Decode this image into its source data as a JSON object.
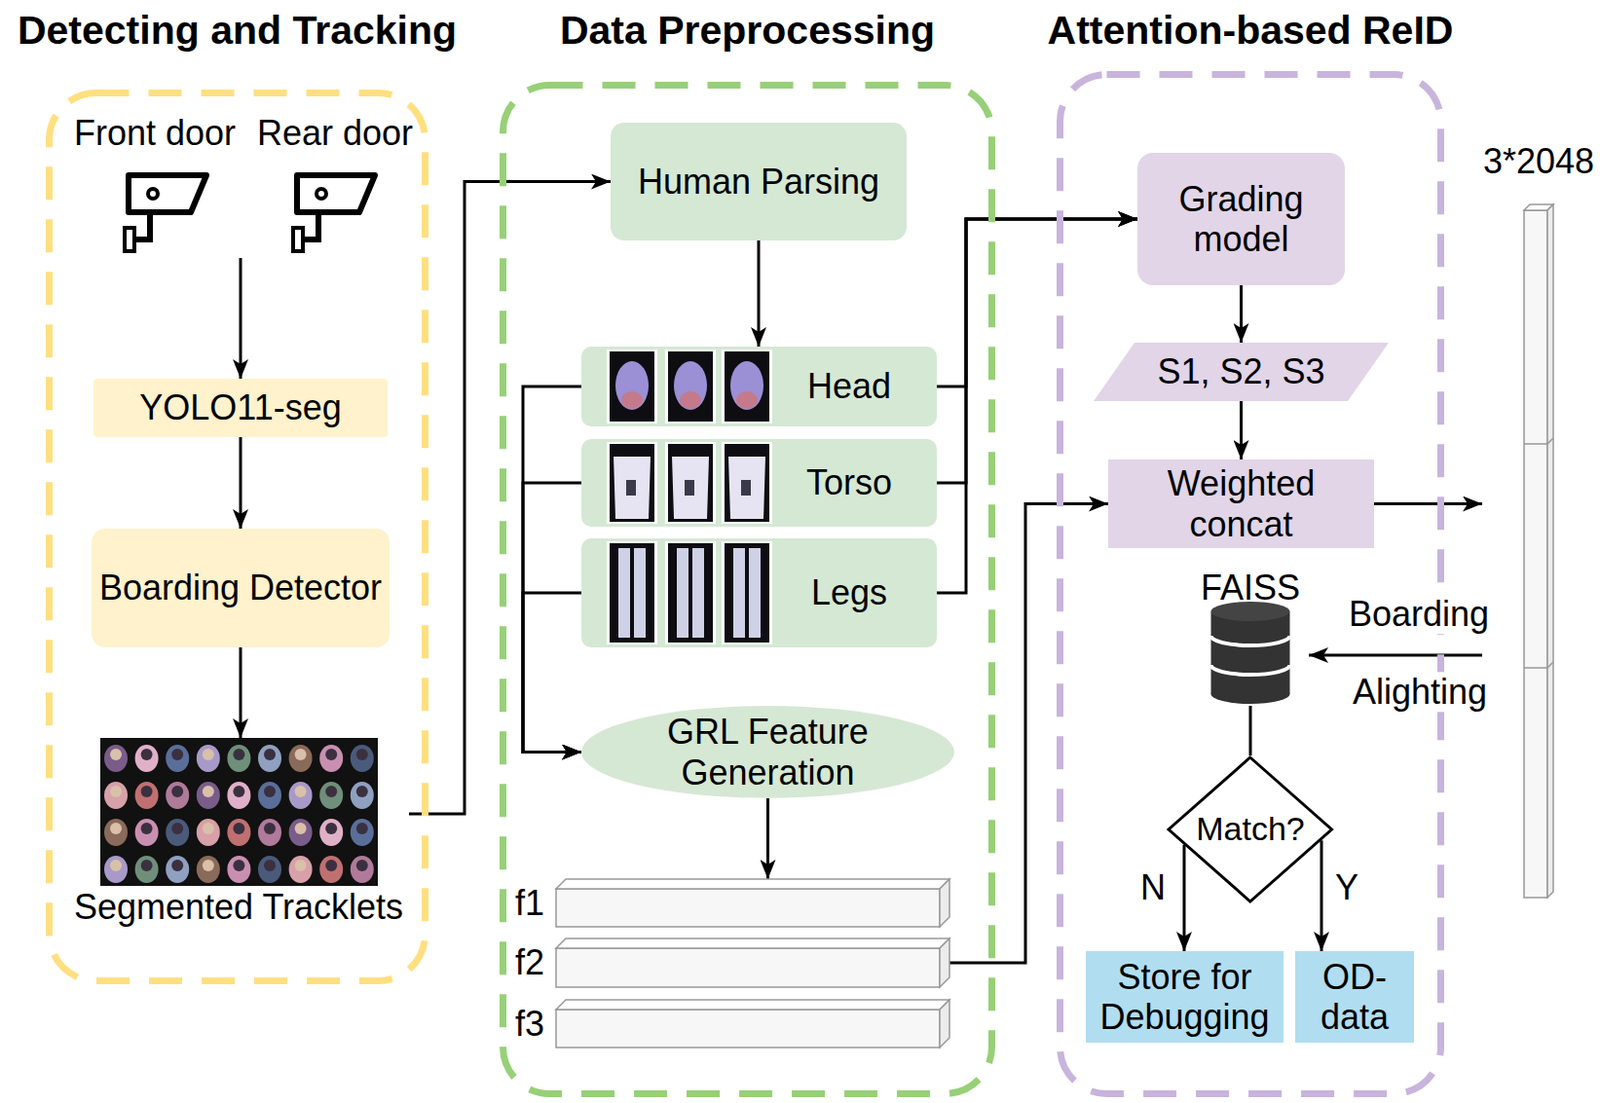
{
  "diagram": {
    "nodes": [
      {
        "text": [
          "Detecting and Tracking"
        ]
      },
      {
        "text": [
          "Front door",
          "Rear door"
        ],
        "in": 0
      },
      {
        "text": [
          "YOLO11-seg"
        ],
        "in": 0
      },
      {
        "text": [
          "Boarding Detector"
        ],
        "in": 0
      },
      {
        "text": [
          "Segmented Tracklets"
        ],
        "in": 0
      },
      {
        "text": [
          "Data Preprocessing"
        ]
      },
      {
        "text": [
          "Human Parsing"
        ],
        "in": 5
      },
      {
        "text": [
          "Head"
        ],
        "in": 5
      },
      {
        "text": [
          "Torso"
        ],
        "in": 5
      },
      {
        "text": [
          "Legs"
        ],
        "in": 5
      },
      {
        "text": [
          "GRL Feature Generation"
        ],
        "in": 5
      },
      {
        "text": [
          "f1"
        ],
        "in": 5
      },
      {
        "text": [
          "f2"
        ],
        "in": 5
      },
      {
        "text": [
          "f3"
        ],
        "in": 5
      },
      {
        "text": [
          "Attention-based ReID"
        ]
      },
      {
        "text": [
          "Grading model"
        ],
        "in": 14
      },
      {
        "text": [
          "S1, S2, S3"
        ],
        "in": 14
      },
      {
        "text": [
          "Weighted concat"
        ],
        "in": 14
      },
      {
        "text": [
          "FAISS"
        ],
        "in": 14
      },
      {
        "text": [
          "Match?"
        ],
        "in": 14
      },
      {
        "text": [
          "Store for Debugging"
        ],
        "in": 14
      },
      {
        "text": [
          "OD-data"
        ],
        "in": 14
      },
      {
        "text": [
          "3*2048"
        ]
      }
    ],
    "edges": [
      {
        "from": 1,
        "to": 2,
        "arrow": "to"
      },
      {
        "from": 2,
        "to": 3,
        "arrow": "to"
      },
      {
        "from": 3,
        "to": 4,
        "arrow": "to"
      },
      {
        "from": 4,
        "to": 6,
        "arrow": "to"
      },
      {
        "from": 6,
        "to": 7,
        "arrow": "to"
      },
      {
        "from": 7,
        "to": 10,
        "arrow": "to"
      },
      {
        "from": 8,
        "to": 10,
        "arrow": "to"
      },
      {
        "from": 9,
        "to": 10,
        "arrow": "to"
      },
      {
        "from": 7,
        "to": 15,
        "arrow": "to"
      },
      {
        "from": 8,
        "to": 15,
        "arrow": "to"
      },
      {
        "from": 9,
        "to": 15,
        "arrow": "to"
      },
      {
        "from": 10,
        "to": 11,
        "arrow": "to"
      },
      {
        "from": 12,
        "to": 17,
        "arrow": "to"
      },
      {
        "from": 15,
        "to": 16,
        "arrow": "to"
      },
      {
        "from": 16,
        "to": 17,
        "arrow": "to"
      },
      {
        "from": 17,
        "to": 22,
        "arrow": "to"
      },
      {
        "from": 22,
        "to": 18,
        "arrow": "to"
      },
      {
        "from": 18,
        "to": 19,
        "arrow": "none"
      },
      {
        "from": 19,
        "to": 20,
        "arrow": "to",
        "label": "N"
      },
      {
        "from": 19,
        "to": 21,
        "arrow": "to",
        "label": "Y"
      }
    ],
    "labels": [
      "Boarding",
      "Alighting"
    ]
  }
}
